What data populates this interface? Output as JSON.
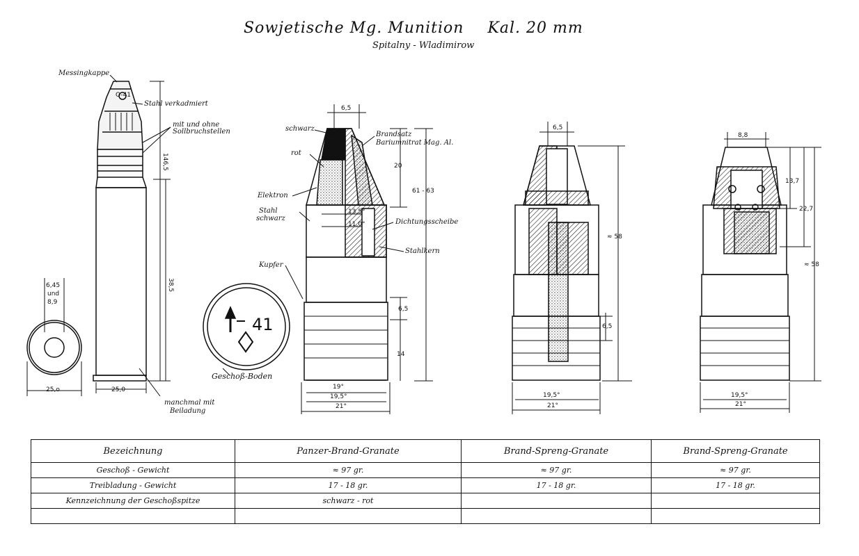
{
  "header": {
    "title_part1": "Sowjetische Mg. Munition",
    "title_part2": "Kal. 20 mm",
    "subtitle": "Spitalny - Wladimirow"
  },
  "labels": {
    "messingkappe": "Messingkappe",
    "stahl_verkadmiert": "Stahl verkadmiert",
    "mit_ohne_line1": "mit und ohne",
    "mit_ohne_line2": "Sollbruchstellen",
    "manchmal_line1": "manchmal mit",
    "manchmal_line2": "Beiladung",
    "schwarz": "schwarz",
    "rot": "rot",
    "elektron": "Elektron",
    "stahl": "Stahl",
    "schwarz2": "schwarz",
    "kupfer": "Kupfer",
    "brandsatz_line1": "Brandsatz",
    "brandsatz_line2": "Bariumnitrat  Mag. Al.",
    "dichtungsscheibe": "Dichtungsscheibe",
    "stahlkern": "Stahlkern",
    "geschoss_boden": "Geschoß-Boden",
    "fuze_mark": "O-41"
  },
  "dimensions": {
    "cart_overall": "146,5",
    "cart_case": "38,5",
    "cart_width": "25,0",
    "base_width": "25,o",
    "base_inner_l1": "6,45",
    "base_inner_l2": "und",
    "base_inner_l3": "8,9",
    "p1_tip": "6,5",
    "p1_nose": "20",
    "p1_length": "61 - 63",
    "p1_band": "6,5",
    "p1_base": "14",
    "p1_d1": "19°",
    "p1_d2": "19,5°",
    "p1_d3": "21°",
    "p1_in1": "13,5°",
    "p1_in2": "11,0°",
    "p2_tip": "6,5",
    "p2_len": "≈ 58",
    "p2_band": "6,5",
    "p2_d1": "19,5°",
    "p2_d2": "21°",
    "p3_tip": "8,8",
    "p3_fuze": "13,7",
    "p3_nose": "22,7",
    "p3_len": "≈ 58",
    "p3_d1": "19,5°",
    "p3_d2": "21°"
  },
  "marking": {
    "number": "41"
  },
  "table": {
    "headers": [
      "Bezeichnung",
      "Panzer-Brand-Granate",
      "Brand-Spreng-Granate",
      "Brand-Spreng-Granate"
    ],
    "rows": [
      [
        "Geschoß - Gewicht",
        "≈ 97 gr.",
        "≈ 97 gr.",
        "≈ 97 gr."
      ],
      [
        "Treibladung - Gewicht",
        "17  -  18 gr.",
        "17  -  18 gr.",
        "17  -  18 gr."
      ],
      [
        "Kennzeichnung  der  Geschoßspitze",
        "schwarz - rot",
        "",
        ""
      ],
      [
        "",
        "",
        "",
        ""
      ]
    ]
  }
}
